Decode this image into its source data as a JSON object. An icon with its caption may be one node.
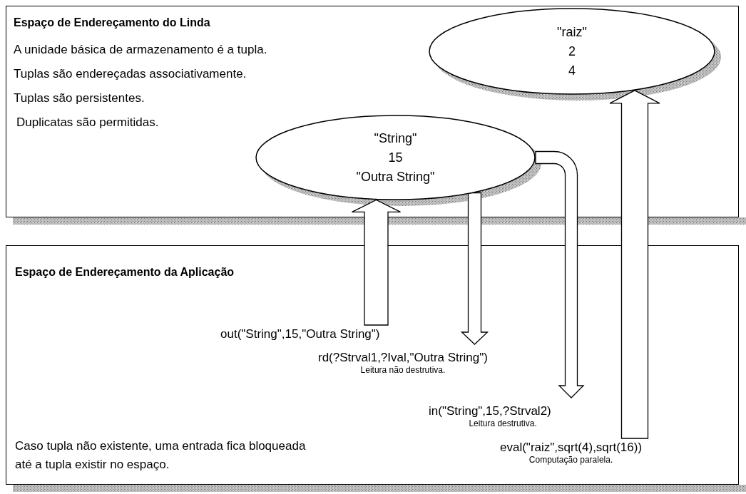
{
  "diagram": {
    "nodes": [
      {
        "text": [
          "Espaço de Endereçamento do Linda",
          "A unidade básica de armazenamento é a tupla.",
          "Tuplas são endereçadas associativamente.",
          "Tuplas são persistentes.",
          "Duplicatas são permitidas."
        ]
      },
      {
        "text": [
          "\"raiz\"",
          "2",
          "4"
        ],
        "in": 0
      },
      {
        "text": [
          "\"String\"",
          "15",
          "\"Outra String\""
        ],
        "in": 0
      },
      {
        "text": [
          "Espaço de Endereçamento da Aplicação",
          "Caso tupla não existente, uma entrada fica bloqueada até a tupla existir no espaço."
        ]
      },
      {
        "text": [
          "out(\"String\",15,\"Outra String\")"
        ],
        "in": 3
      },
      {
        "text": [
          "rd(?Strval1,?Ival,\"Outra String\")"
        ],
        "in": 3,
        "beside": [
          "Leitura não destrutiva."
        ]
      },
      {
        "text": [
          "in(\"String\",15,?Strval2)"
        ],
        "in": 3,
        "beside": [
          "Leitura destrutiva."
        ]
      },
      {
        "text": [
          "eval(\"raiz\",sqrt(4),sqrt(16))"
        ],
        "in": 3,
        "beside": [
          "Computação paralela."
        ]
      }
    ],
    "edges": [
      {
        "from": 4,
        "to": 2,
        "arrow": "to"
      },
      {
        "from": 2,
        "to": 5,
        "arrow": "to"
      },
      {
        "from": 2,
        "to": 6,
        "arrow": "to"
      },
      {
        "from": 7,
        "to": 1,
        "arrow": "to"
      }
    ]
  }
}
